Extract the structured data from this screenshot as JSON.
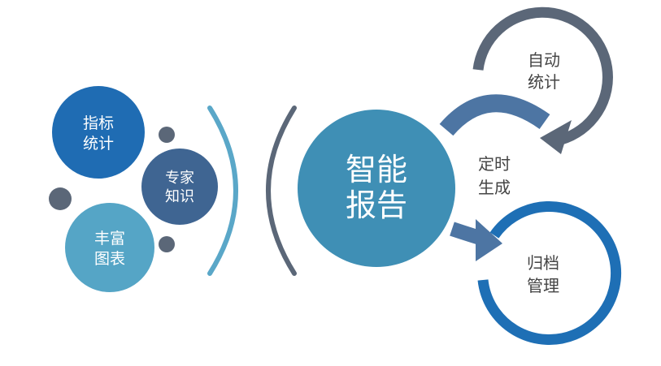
{
  "nodes": {
    "stats": {
      "line1": "指标",
      "line2": "统计"
    },
    "expert": {
      "line1": "专家",
      "line2": "知识"
    },
    "charts": {
      "line1": "丰富",
      "line2": "图表"
    },
    "core": {
      "line1": "智能",
      "line2": "报告"
    },
    "auto_stats": {
      "line1": "自动",
      "line2": "统计"
    },
    "scheduled": {
      "line1": "定时",
      "line2": "生成"
    },
    "archive": {
      "line1": "归档",
      "line2": "管理"
    }
  },
  "colors": {
    "dark_blue": "#1f6cb3",
    "slate_blue": "#3f6592",
    "light_blue": "#55a5c6",
    "teal_blue": "#3f8fb5",
    "slate_gray": "#5b6778",
    "arc_light": "#5aa7c8",
    "arrow_mid": "#4d75a3",
    "ring_blue": "#1e6fb5",
    "text_dark": "#444444",
    "white": "#ffffff"
  }
}
